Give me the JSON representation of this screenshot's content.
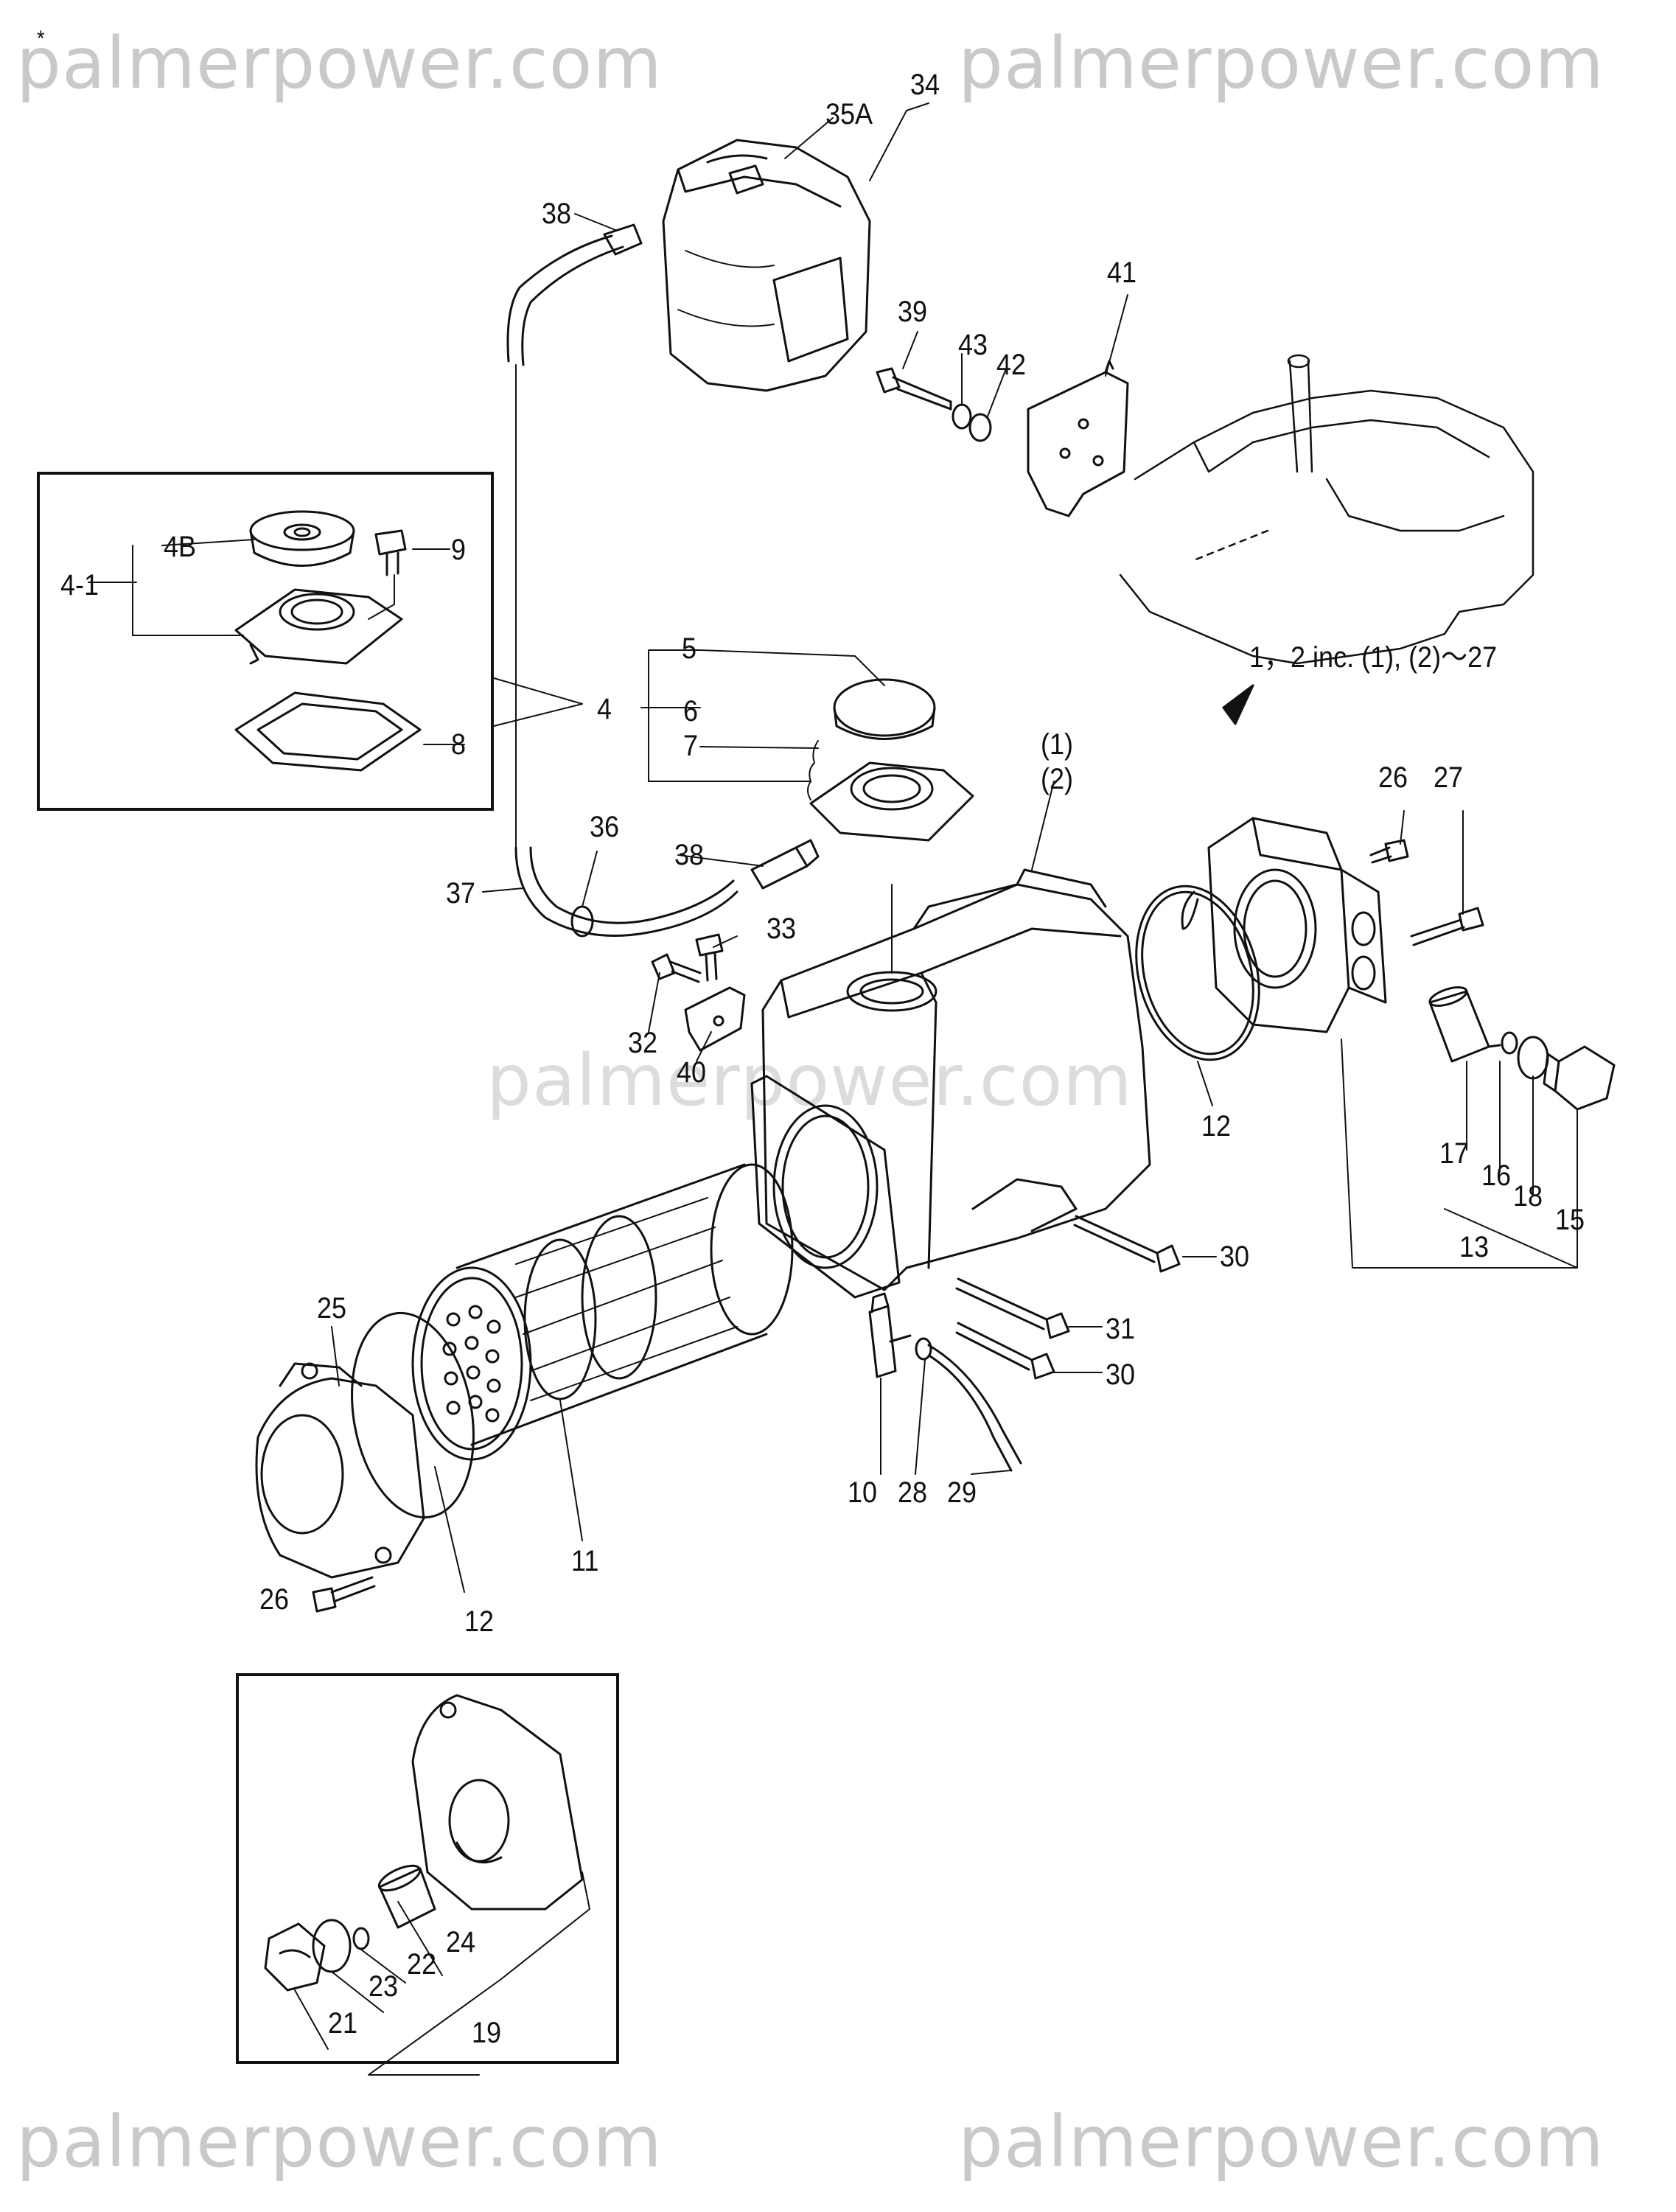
{
  "watermark": "palmerpower.com",
  "header_mark": "*",
  "labels": {
    "p34": "34",
    "p35a": "35A",
    "p38a": "38",
    "p39": "39",
    "p41": "41",
    "p43": "43",
    "p42": "42",
    "p4b": "4B",
    "p9": "9",
    "p4_1": "4-1",
    "p8": "8",
    "p5": "5",
    "p4": "4",
    "p6": "6",
    "p7": "7",
    "assembly_note": "1，2 inc. (1), (2)～27",
    "p1": "(1)",
    "p2": "(2)",
    "p26a": "26",
    "p27": "27",
    "p36": "36",
    "p38b": "38",
    "p37": "37",
    "p33": "33",
    "p32": "32",
    "p40": "40",
    "p12a": "12",
    "p17": "17",
    "p16": "16",
    "p18": "18",
    "p15": "15",
    "p13": "13",
    "p30a": "30",
    "p31": "31",
    "p30b": "30",
    "p25": "25",
    "p10": "10",
    "p28": "28",
    "p29": "29",
    "p11": "11",
    "p26b": "26",
    "p12b": "12",
    "p24": "24",
    "p22": "22",
    "p23": "23",
    "p21": "21",
    "p19": "19"
  }
}
